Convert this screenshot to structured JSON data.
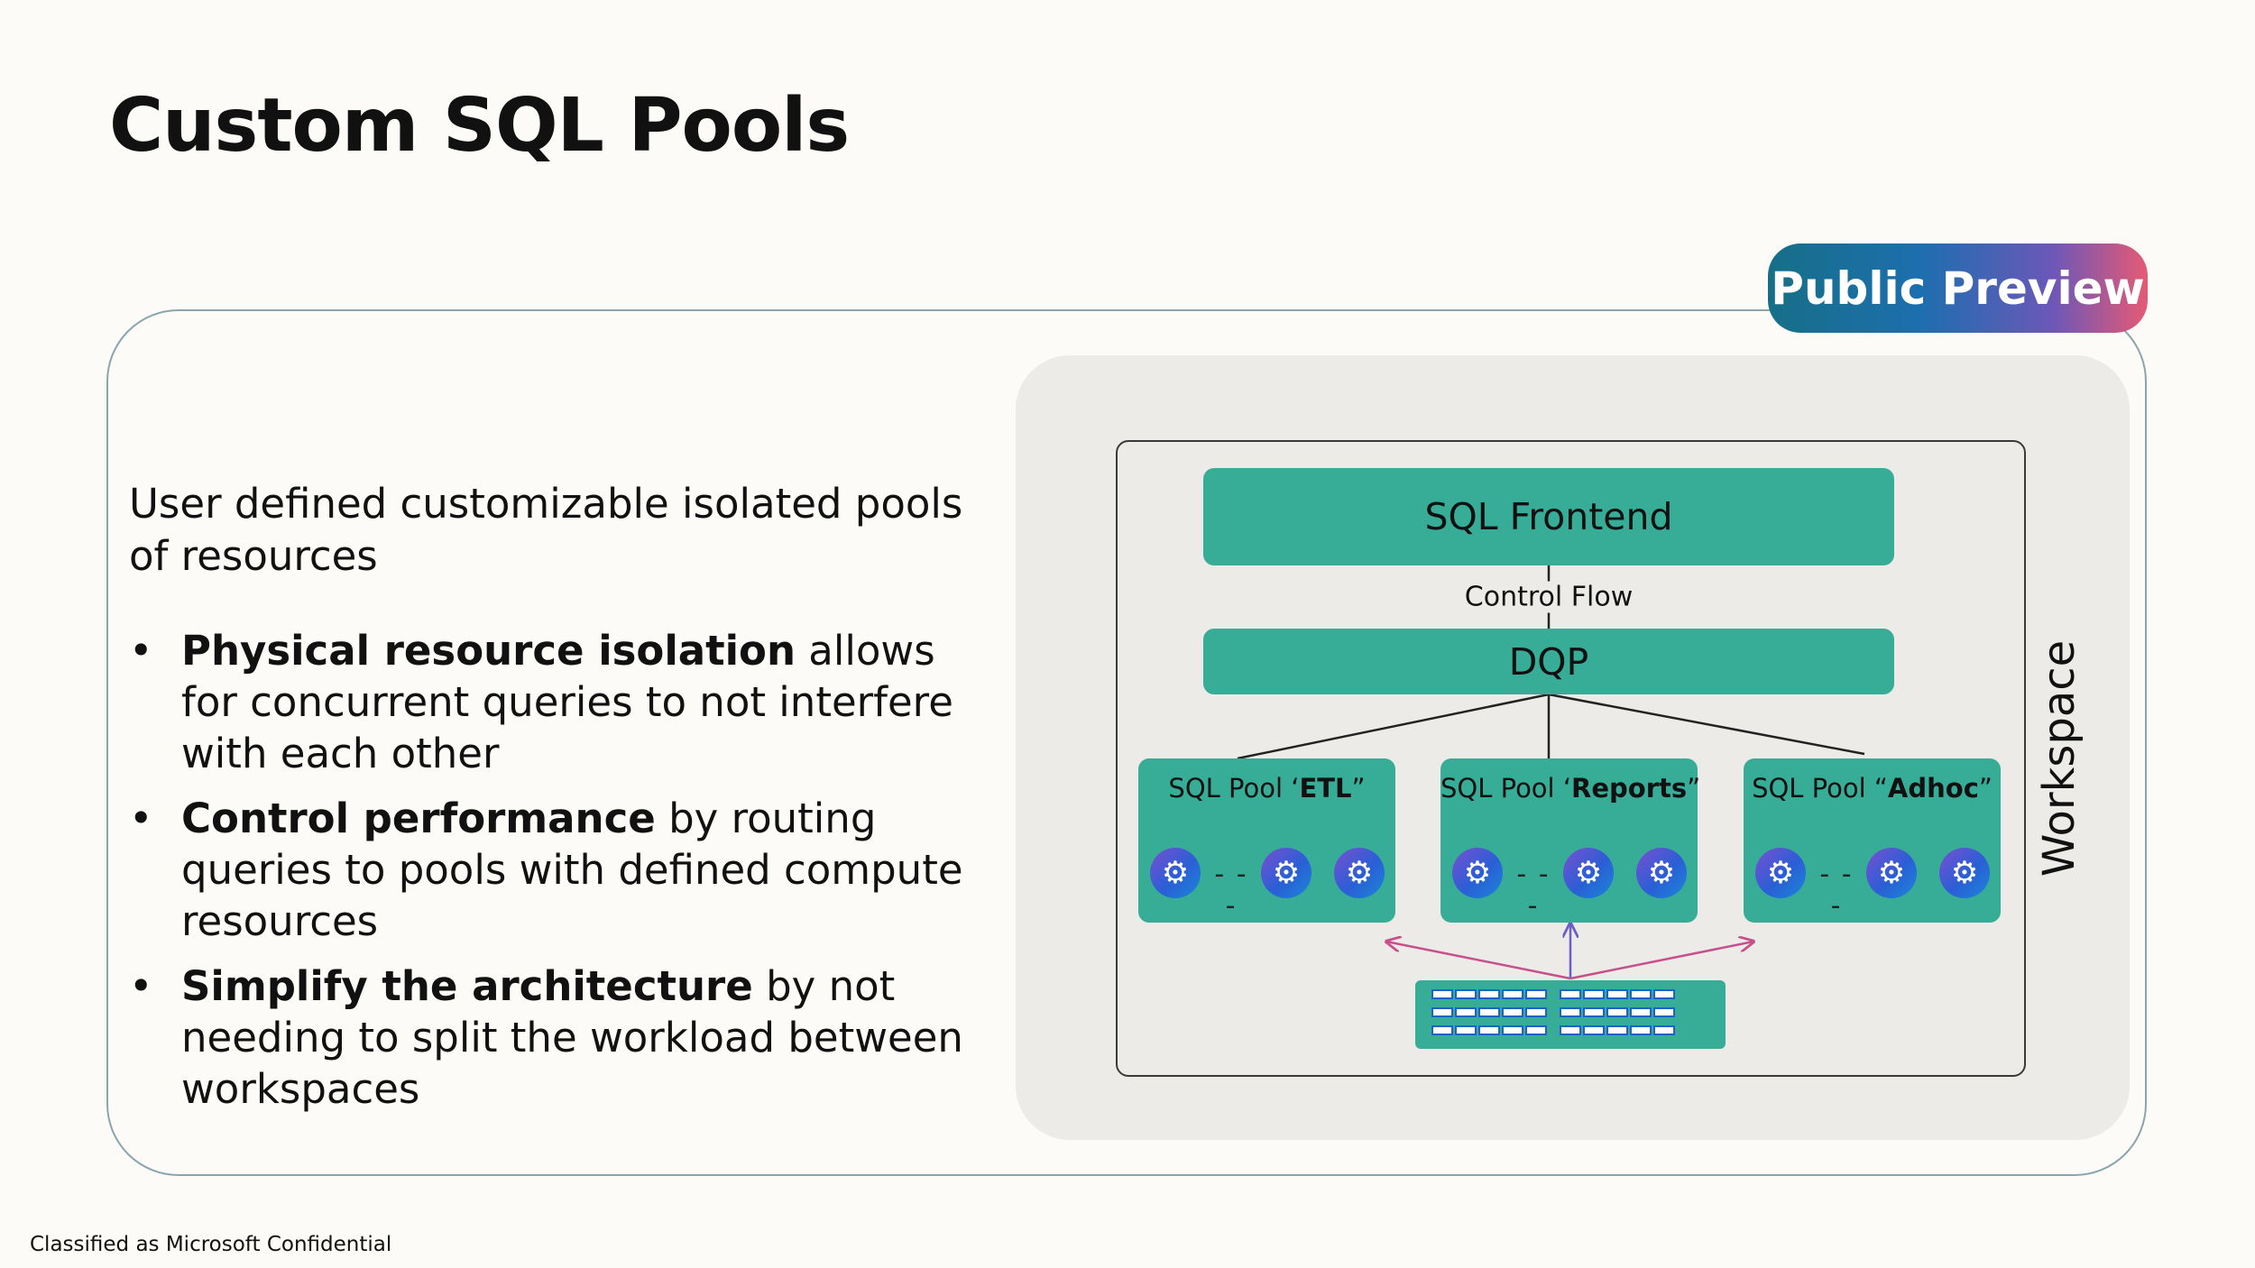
{
  "title": "Custom SQL Pools",
  "badge": "Public Preview",
  "intro": "User defined customizable isolated pools of resources",
  "bullets": [
    {
      "bold": "Physical resource isolation",
      "rest": " allows for concurrent queries to not interfere with each other"
    },
    {
      "bold": "Control performance",
      "rest": " by routing queries to pools with defined compute resources"
    },
    {
      "bold": "Simplify the architecture",
      "rest": " by not needing to split the workload between workspaces"
    }
  ],
  "diagram": {
    "frontend": "SQL Frontend",
    "control_flow": "Control Flow",
    "dqp": "DQP",
    "workspace": "Workspace",
    "pools": [
      {
        "prefix": "SQL Pool ‘",
        "name": "ETL",
        "suffix": "”"
      },
      {
        "prefix": "SQL Pool ‘",
        "name": "Reports",
        "suffix": "”"
      },
      {
        "prefix": "SQL Pool “",
        "name": "Adhoc",
        "suffix": "”"
      }
    ],
    "node_icon": "gear-icon",
    "storage_icon": "storage-array-icon",
    "colors": {
      "teal": "#37ad98",
      "arrow_pink": "#c8508a",
      "arrow_blue": "#3a6cc8"
    }
  },
  "footer": "Classified as Microsoft Confidential"
}
